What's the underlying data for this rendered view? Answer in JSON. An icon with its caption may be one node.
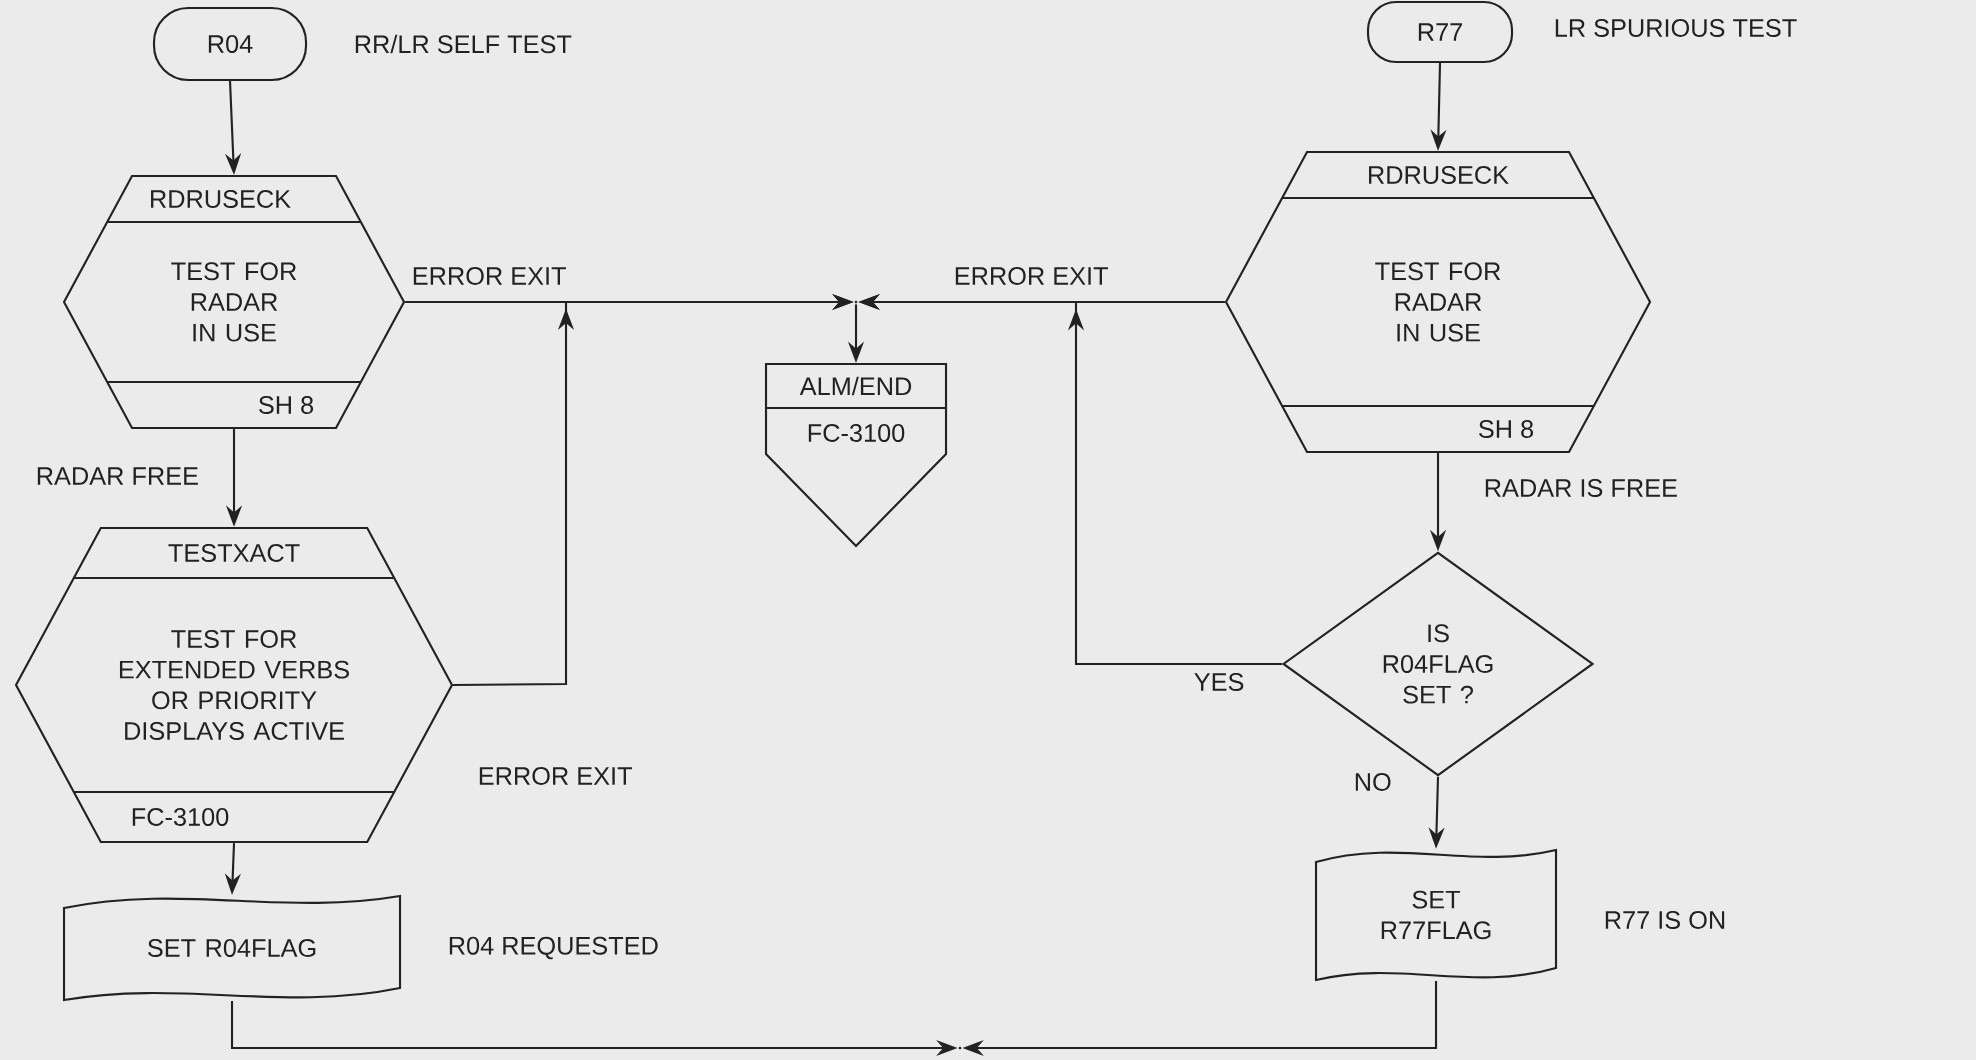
{
  "diagram": {
    "nodes": [
      {
        "text": [
          "R04"
        ],
        "beside": [
          "RR/LR SELF TEST"
        ]
      },
      {
        "text": [
          "RDRUSECK",
          "TEST FOR RADAR IN USE",
          "SH 8"
        ]
      },
      {
        "text": [
          "TESTXACT",
          "TEST FOR EXTENDED VERBS OR PRIORITY DISPLAYS ACTIVE",
          "FC-3100"
        ]
      },
      {
        "text": [
          "SET R04FLAG"
        ],
        "beside": [
          "R04 REQUESTED"
        ]
      },
      {
        "text": [
          "ALM/END",
          "FC-3100"
        ]
      },
      {
        "text": [
          "R77"
        ],
        "beside": [
          "LR SPURIOUS TEST"
        ]
      },
      {
        "text": [
          "RDRUSECK",
          "TEST FOR RADAR IN USE",
          "SH 8"
        ]
      },
      {
        "text": [
          "IS R04FLAG SET ?"
        ]
      },
      {
        "text": [
          "SET R77FLAG"
        ],
        "beside": [
          "R77 IS ON"
        ]
      },
      {
        "text": [],
        "shape": "bowtie"
      },
      {
        "text": [],
        "shape": "bowtie"
      }
    ],
    "edges": [
      {
        "from": 0,
        "to": 1,
        "arrow": "to"
      },
      {
        "from": 1,
        "to": 2,
        "arrow": "to",
        "label": "RADAR FREE"
      },
      {
        "from": 1,
        "to": 9,
        "arrow": "to",
        "label": "ERROR EXIT"
      },
      {
        "from": 2,
        "to": 9,
        "arrow": "to",
        "label": "ERROR EXIT"
      },
      {
        "from": 9,
        "to": 4,
        "arrow": "to"
      },
      {
        "from": 5,
        "to": 6,
        "arrow": "to"
      },
      {
        "from": 6,
        "to": 9,
        "arrow": "to",
        "label": "ERROR EXIT"
      },
      {
        "from": 6,
        "to": 7,
        "arrow": "to",
        "label": "RADAR IS FREE"
      },
      {
        "from": 7,
        "to": 9,
        "arrow": "to",
        "label": "YES"
      },
      {
        "from": 7,
        "to": 8,
        "arrow": "to",
        "label": "NO"
      },
      {
        "from": 2,
        "to": 3,
        "arrow": "to"
      },
      {
        "from": 3,
        "to": 10,
        "arrow": "to"
      },
      {
        "from": 8,
        "to": 10,
        "arrow": "to"
      }
    ]
  }
}
